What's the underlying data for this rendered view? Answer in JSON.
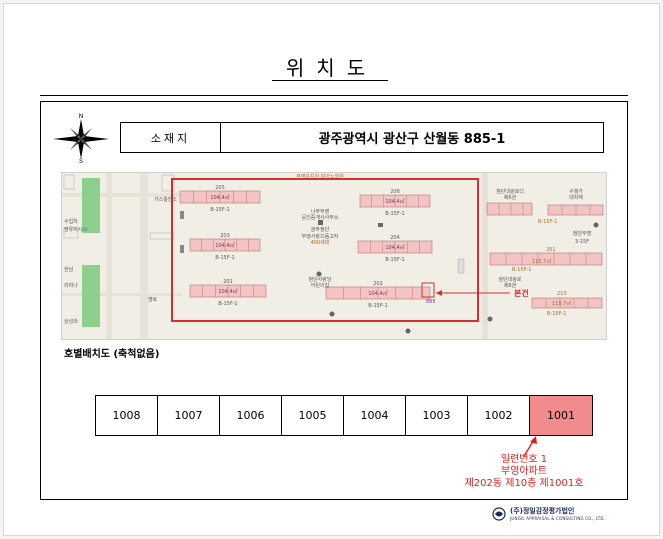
{
  "page": {
    "title": "위치도"
  },
  "location": {
    "label": "소재지",
    "address": "광주광역시 광산구 산월동 885-1"
  },
  "map": {
    "buildings": [
      {
        "id": "205",
        "area": "104.4㎡",
        "floors": "B-15F-1"
      },
      {
        "id": "206",
        "area": "104.4㎡",
        "floors": "B-15F-1"
      },
      {
        "id": "203",
        "area": "104.4㎡",
        "floors": "B-15F-1"
      },
      {
        "id": "204",
        "area": "104.4㎡",
        "floors": "B-15F-1"
      },
      {
        "id": "201",
        "area": "104.4㎡",
        "floors": "B-15F-1"
      },
      {
        "id": "202",
        "area": "104.4㎡",
        "floors": "B-15F-1"
      }
    ],
    "labels": {
      "kindergarten": "부영유치원 피아노학원",
      "office1": "나무부영",
      "office2": "공인중개사사무소",
      "senior1": "광주첨단",
      "senior2": "부영사랑으뜸고자",
      "senior3": "400세대",
      "hall1": "첨단사랑당",
      "hall2": "어린이집",
      "east1": "첨단대광로디",
      "east2": "제6관",
      "east3": "수월가",
      "east4": "대자체",
      "east5": "첨단대광로",
      "east6": "제8관",
      "east7": "첨단부영",
      "east8": "3-15F",
      "west1": "가스충전소",
      "west2": "수입차",
      "west3": "점유치시시",
      "west4": "한남",
      "west5": "리하나",
      "west6": "엠토",
      "west7": "상성라",
      "right1": "201",
      "right2": "115.7㎡",
      "right3": "B-15F-1",
      "right4": "210",
      "right5": "115.7㎡",
      "right6": "B-15F-1",
      "right7": "B-15F-1"
    },
    "subject_label": "본건",
    "lot_number": "885"
  },
  "layout_section": {
    "title": "호별배치도 (축척없음)",
    "units": [
      "1008",
      "1007",
      "1006",
      "1005",
      "1004",
      "1003",
      "1002",
      "1001"
    ],
    "subject_unit": "1001"
  },
  "callout": {
    "line1": "일련번호 1",
    "line2": "부영아파트",
    "line3": "제202동 제10층 제1001호"
  },
  "logo": {
    "ko": "(주)정일감정평가법인",
    "en": "JUNGIL APPRAISAL & CONSULTING CO., LTD."
  },
  "colors": {
    "subject_red": "#e02020",
    "subject_fill": "#f28c8c",
    "building_pink": "#f2c4c4",
    "map_bg": "#f1eee6"
  }
}
